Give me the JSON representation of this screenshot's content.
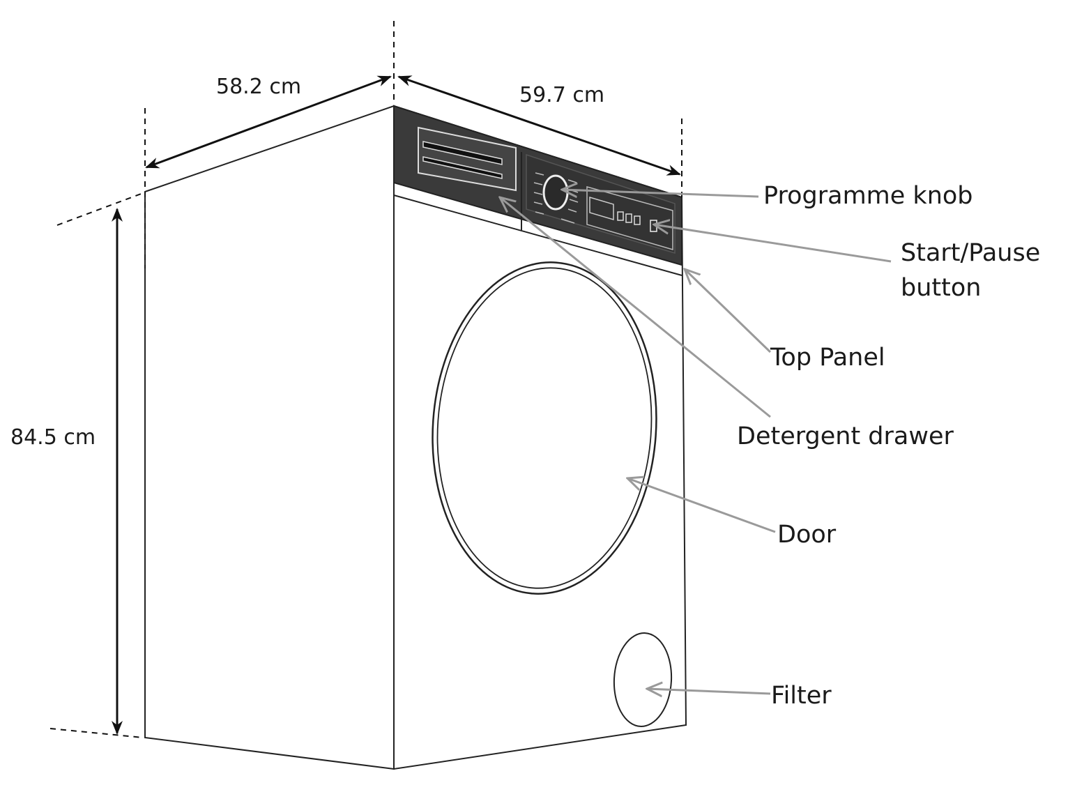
{
  "dimensions": {
    "depth": "58.2 cm",
    "width": "59.7 cm",
    "height": "84.5 cm"
  },
  "callouts": {
    "programme_knob": "Programme knob",
    "start_pause_line1": "Start/Pause",
    "start_pause_line2": "button",
    "top_panel": "Top Panel",
    "detergent_drawer": "Detergent drawer",
    "door": "Door",
    "filter": "Filter"
  },
  "colors": {
    "panel": "#3a3a3a",
    "leader": "#9a9a9a",
    "outline": "#222222"
  }
}
